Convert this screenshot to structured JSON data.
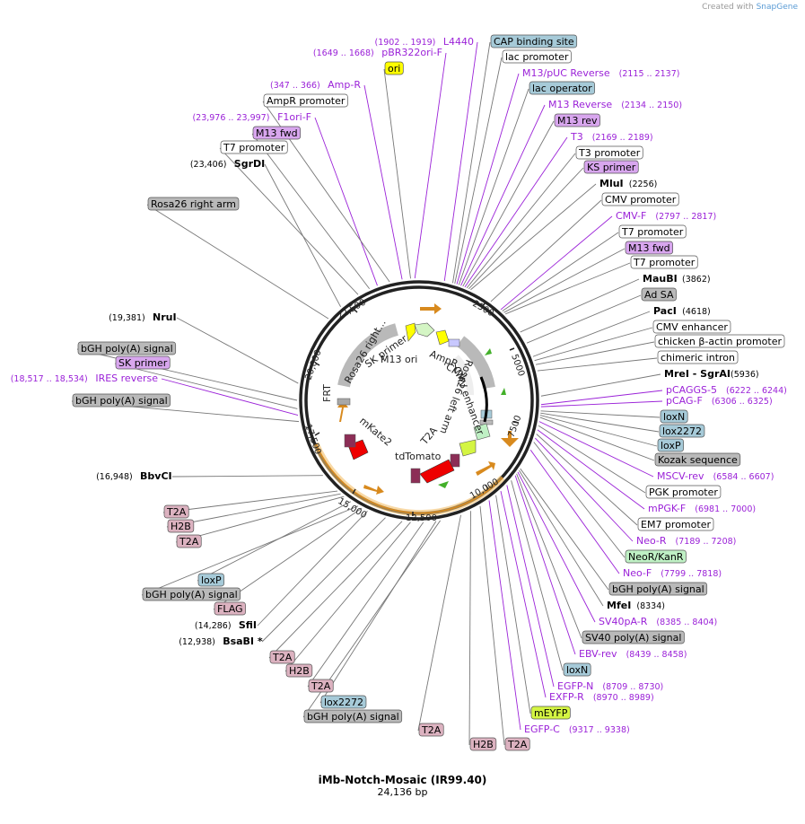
{
  "credit": {
    "prefix": "Created with",
    "brand": "SnapGene"
  },
  "plasmid": {
    "name": "iMb-Notch-Mosaic (IR99.40)",
    "length": "24,136 bp"
  },
  "colors": {
    "purple": "#9b22d8",
    "feat_gray": "#b9b9b9",
    "feat_teal": "#a6cad8",
    "feat_pink": "#dcb2c0",
    "feat_violet": "#d8a6ee",
    "feat_yellow": "#ffff00",
    "feat_lime": "#d4f542",
    "feat_green": "#bff0c4",
    "orange": "#d88a1e"
  },
  "scale_ticks": [
    "2500",
    "5000",
    "7500",
    "10,000",
    "12,500",
    "15,000",
    "17,500",
    "20,000",
    "22,500"
  ],
  "labels": [
    {
      "text": "CAP binding site",
      "type": "feat",
      "color": "teal"
    },
    {
      "text": "lac promoter",
      "type": "feat",
      "color": "white"
    },
    {
      "text": "M13/pUC Reverse",
      "type": "primer",
      "range": "(2115 .. 2137)"
    },
    {
      "text": "lac operator",
      "type": "feat",
      "color": "teal"
    },
    {
      "text": "M13 Reverse",
      "type": "primer",
      "range": "(2134 .. 2150)"
    },
    {
      "text": "M13 rev",
      "type": "feat",
      "color": "violet"
    },
    {
      "text": "T3",
      "type": "primer",
      "range": "(2169 .. 2189)"
    },
    {
      "text": "T3 promoter",
      "type": "feat",
      "color": "white"
    },
    {
      "text": "KS primer",
      "type": "feat",
      "color": "violet"
    },
    {
      "text": "MluI",
      "type": "enzyme",
      "pos": "(2256)"
    },
    {
      "text": "CMV promoter",
      "type": "feat",
      "color": "white"
    },
    {
      "text": "CMV-F",
      "type": "primer",
      "range": "(2797 .. 2817)"
    },
    {
      "text": "T7 promoter",
      "type": "feat",
      "color": "white"
    },
    {
      "text": "M13 fwd",
      "type": "feat",
      "color": "violet"
    },
    {
      "text": "T7 promoter",
      "type": "feat",
      "color": "white"
    },
    {
      "text": "MauBI",
      "type": "enzyme",
      "pos": "(3862)"
    },
    {
      "text": "Ad SA",
      "type": "feat",
      "color": "gray"
    },
    {
      "text": "PacI",
      "type": "enzyme",
      "pos": "(4618)"
    },
    {
      "text": "CMV enhancer",
      "type": "feat",
      "color": "white"
    },
    {
      "text": "chicken β-actin promoter",
      "type": "feat",
      "color": "white"
    },
    {
      "text": "chimeric intron",
      "type": "feat",
      "color": "white"
    },
    {
      "text": "MreI - SgrAI",
      "type": "enzyme",
      "pos": "(5936)"
    },
    {
      "text": "pCAGGS-5",
      "type": "primer",
      "range": "(6222 .. 6244)"
    },
    {
      "text": "pCAG-F",
      "type": "primer",
      "range": "(6306 .. 6325)"
    },
    {
      "text": "loxN",
      "type": "feat",
      "color": "teal"
    },
    {
      "text": "lox2272",
      "type": "feat",
      "color": "teal"
    },
    {
      "text": "loxP",
      "type": "feat",
      "color": "teal"
    },
    {
      "text": "Kozak sequence",
      "type": "feat",
      "color": "gray"
    },
    {
      "text": "MSCV-rev",
      "type": "primer",
      "range": "(6584 .. 6607)"
    },
    {
      "text": "PGK promoter",
      "type": "feat",
      "color": "white"
    },
    {
      "text": "mPGK-F",
      "type": "primer",
      "range": "(6981 .. 7000)"
    },
    {
      "text": "EM7 promoter",
      "type": "feat",
      "color": "white"
    },
    {
      "text": "Neo-R",
      "type": "primer",
      "range": "(7189 .. 7208)"
    },
    {
      "text": "NeoR/KanR",
      "type": "feat",
      "color": "green"
    },
    {
      "text": "Neo-F",
      "type": "primer",
      "range": "(7799 .. 7818)"
    },
    {
      "text": "bGH poly(A) signal",
      "type": "feat",
      "color": "gray"
    },
    {
      "text": "MfeI",
      "type": "enzyme",
      "pos": "(8334)"
    },
    {
      "text": "SV40pA-R",
      "type": "primer",
      "range": "(8385 .. 8404)"
    },
    {
      "text": "SV40 poly(A) signal",
      "type": "feat",
      "color": "gray"
    },
    {
      "text": "EBV-rev",
      "type": "primer",
      "range": "(8439 .. 8458)"
    },
    {
      "text": "loxN",
      "type": "feat",
      "color": "teal"
    },
    {
      "text": "EGFP-N",
      "type": "primer",
      "range": "(8709 .. 8730)"
    },
    {
      "text": "EXFP-R",
      "type": "primer",
      "range": "(8970 .. 8989)"
    },
    {
      "text": "mEYFP",
      "type": "feat",
      "color": "lime"
    },
    {
      "text": "EGFP-C",
      "type": "primer",
      "range": "(9317 .. 9338)"
    },
    {
      "text": "T2A",
      "type": "feat",
      "color": "pink"
    },
    {
      "text": "H2B",
      "type": "feat",
      "color": "pink"
    },
    {
      "text": "T2A",
      "type": "feat",
      "color": "pink"
    },
    {
      "text": "bGH poly(A) signal",
      "type": "feat",
      "color": "gray"
    },
    {
      "text": "lox2272",
      "type": "feat",
      "color": "teal"
    },
    {
      "text": "T2A",
      "type": "feat",
      "color": "pink"
    },
    {
      "text": "H2B",
      "type": "feat",
      "color": "pink"
    },
    {
      "text": "T2A",
      "type": "feat",
      "color": "pink"
    },
    {
      "text": "BsaBI *",
      "type": "enzyme",
      "pos": "(12,938)"
    },
    {
      "text": "SfiI",
      "type": "enzyme",
      "pos": "(14,286)"
    },
    {
      "text": "FLAG",
      "type": "feat",
      "color": "pink"
    },
    {
      "text": "bGH poly(A) signal",
      "type": "feat",
      "color": "gray"
    },
    {
      "text": "loxP",
      "type": "feat",
      "color": "teal"
    },
    {
      "text": "T2A",
      "type": "feat",
      "color": "pink"
    },
    {
      "text": "H2B",
      "type": "feat",
      "color": "pink"
    },
    {
      "text": "T2A",
      "type": "feat",
      "color": "pink"
    },
    {
      "text": "BbvCI",
      "type": "enzyme",
      "pos": "(16,948)"
    },
    {
      "text": "bGH poly(A) signal",
      "type": "feat",
      "color": "gray"
    },
    {
      "text": "IRES reverse",
      "type": "primer",
      "range": "(18,517 .. 18,534)"
    },
    {
      "text": "SK primer",
      "type": "feat",
      "color": "violet"
    },
    {
      "text": "bGH poly(A) signal",
      "type": "feat",
      "color": "gray"
    },
    {
      "text": "NruI",
      "type": "enzyme",
      "pos": "(19,381)"
    },
    {
      "text": "Rosa26 right arm",
      "type": "feat",
      "color": "gray"
    },
    {
      "text": "SgrDI",
      "type": "enzyme",
      "pos": "(23,406)"
    },
    {
      "text": "T7 promoter",
      "type": "feat",
      "color": "white"
    },
    {
      "text": "M13 fwd",
      "type": "feat",
      "color": "violet"
    },
    {
      "text": "F1ori-F",
      "type": "primer",
      "range": "(23,976 .. 23,997)"
    },
    {
      "text": "AmpR promoter",
      "type": "feat",
      "color": "white"
    },
    {
      "text": "Amp-R",
      "type": "primer",
      "range": "(347 .. 366)"
    },
    {
      "text": "ori",
      "type": "feat",
      "color": "yellow"
    },
    {
      "text": "pBR322ori-F",
      "type": "primer",
      "range": "(1649 .. 1668)"
    },
    {
      "text": "L4440",
      "type": "primer",
      "range": "(1902 .. 1919)"
    }
  ],
  "inner_labels": [
    "Rosa26 right...",
    "SK primer",
    "AmpR",
    "M13 ori",
    "CMV",
    "Rosa26 left arm",
    "CMV enhancer",
    "FRT",
    "mKate2",
    "T2A",
    "tdTomato"
  ]
}
